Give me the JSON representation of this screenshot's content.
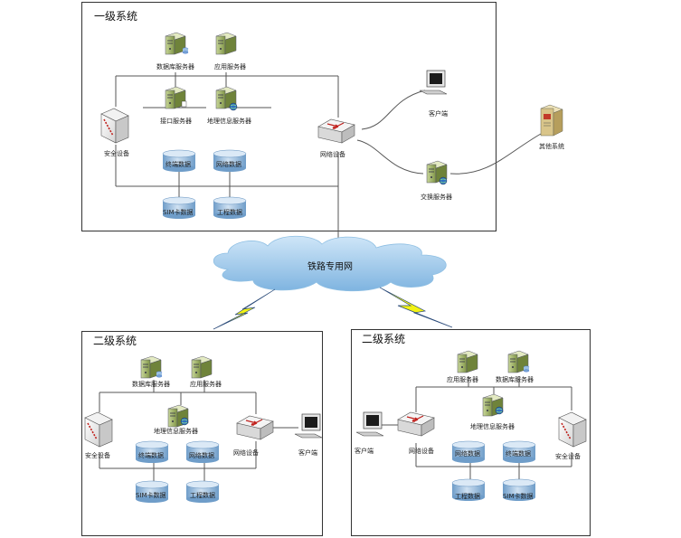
{
  "top": {
    "title": "一级系统",
    "db_server": "数据库服务器",
    "app_server": "应用服务器",
    "iface_server": "接口服务器",
    "gis_server": "地理信息服务器",
    "security": "安全设备",
    "network": "网络设备",
    "terminal_data": "终端数据",
    "network_data": "网络数据",
    "sim_data": "SIM卡数据",
    "project_data": "工程数据",
    "client": "客户端",
    "exchange_server": "交换服务器",
    "other_system": "其他系统"
  },
  "cloud": {
    "label": "铁路专用网"
  },
  "left": {
    "title": "二级系统",
    "db_server": "数据库服务器",
    "app_server": "应用服务器",
    "gis_server": "地理信息服务器",
    "security": "安全设备",
    "network": "网络设备",
    "client": "客户端",
    "terminal_data": "终端数据",
    "network_data": "网络数据",
    "sim_data": "SIM卡数据",
    "project_data": "工程数据"
  },
  "right": {
    "title": "二级系统",
    "app_server": "应用服务器",
    "db_server": "数据库服务器",
    "gis_server": "地理信息服务器",
    "client": "客户端",
    "network": "网络设备",
    "security": "安全设备",
    "network_data": "网络数据",
    "terminal_data": "终端数据",
    "project_data": "工程数据",
    "sim_data": "SIM卡数据"
  }
}
